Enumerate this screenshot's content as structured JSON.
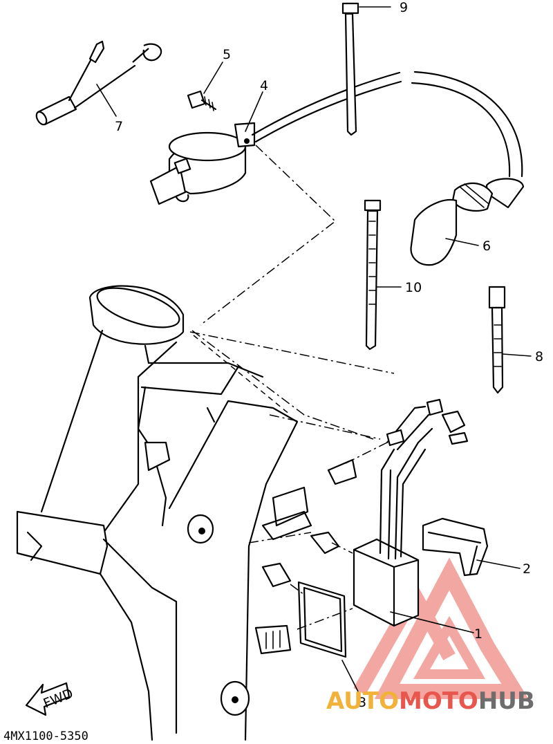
{
  "diagram": {
    "part_code": "4MX1100-5350",
    "fwd_label": "FWD",
    "callouts": {
      "c1": "1",
      "c2": "2",
      "c3": "3",
      "c4": "4",
      "c5": "5",
      "c6": "6",
      "c7": "7",
      "c8": "8",
      "c9": "9",
      "c10": "10"
    }
  },
  "watermark": {
    "part1": "AUTO",
    "part2": "MOTO",
    "part3": "HUB",
    "colors": {
      "auto": "#f2b23a",
      "moto": "#e8574e",
      "hub": "#6d6d6d",
      "logo": "#f08a84"
    }
  }
}
